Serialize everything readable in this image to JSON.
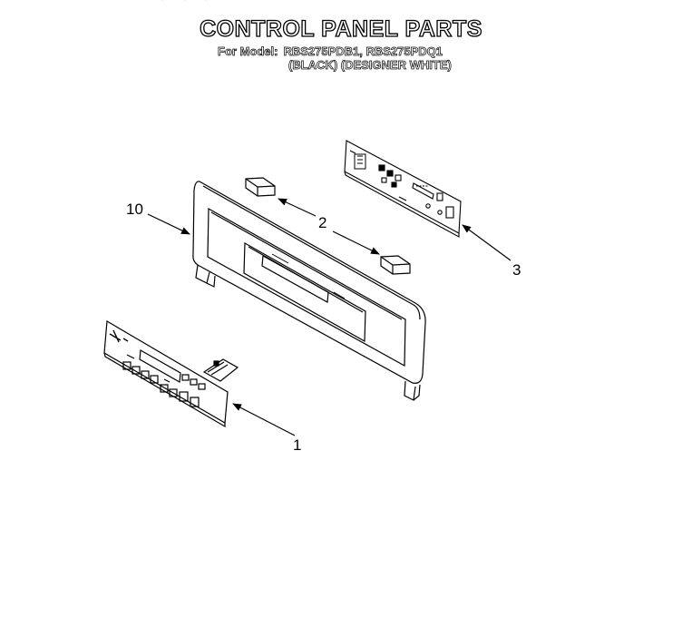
{
  "title": "CONTROL PANEL PARTS",
  "model_label": "For Model:",
  "models": "RBS275PDB1, RBS275PDQ1",
  "finish": "(BLACK) (DESIGNER WHITE)",
  "callouts": {
    "c10": "10",
    "c2": "2",
    "c3": "3",
    "c1": "1"
  }
}
